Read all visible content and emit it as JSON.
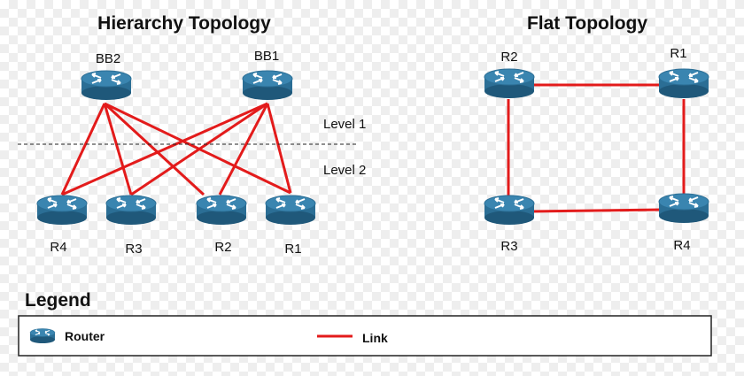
{
  "hierarchy": {
    "title": "Hierarchy Topology",
    "levels": [
      "Level 1",
      "Level 2"
    ],
    "routers": {
      "bb2": "BB2",
      "bb1": "BB1",
      "r4": "R4",
      "r3": "R3",
      "r2": "R2",
      "r1": "R1"
    }
  },
  "flat": {
    "title": "Flat Topology",
    "routers": {
      "r2": "R2",
      "r1": "R1",
      "r3": "R3",
      "r4": "R4"
    }
  },
  "legend": {
    "title": "Legend",
    "router_label": "Router",
    "link_label": "Link"
  },
  "colors": {
    "link": "#e31b1b",
    "router_body": "#2b6e95",
    "router_top": "#3a85b0"
  },
  "icons": {
    "router": "router-icon"
  }
}
